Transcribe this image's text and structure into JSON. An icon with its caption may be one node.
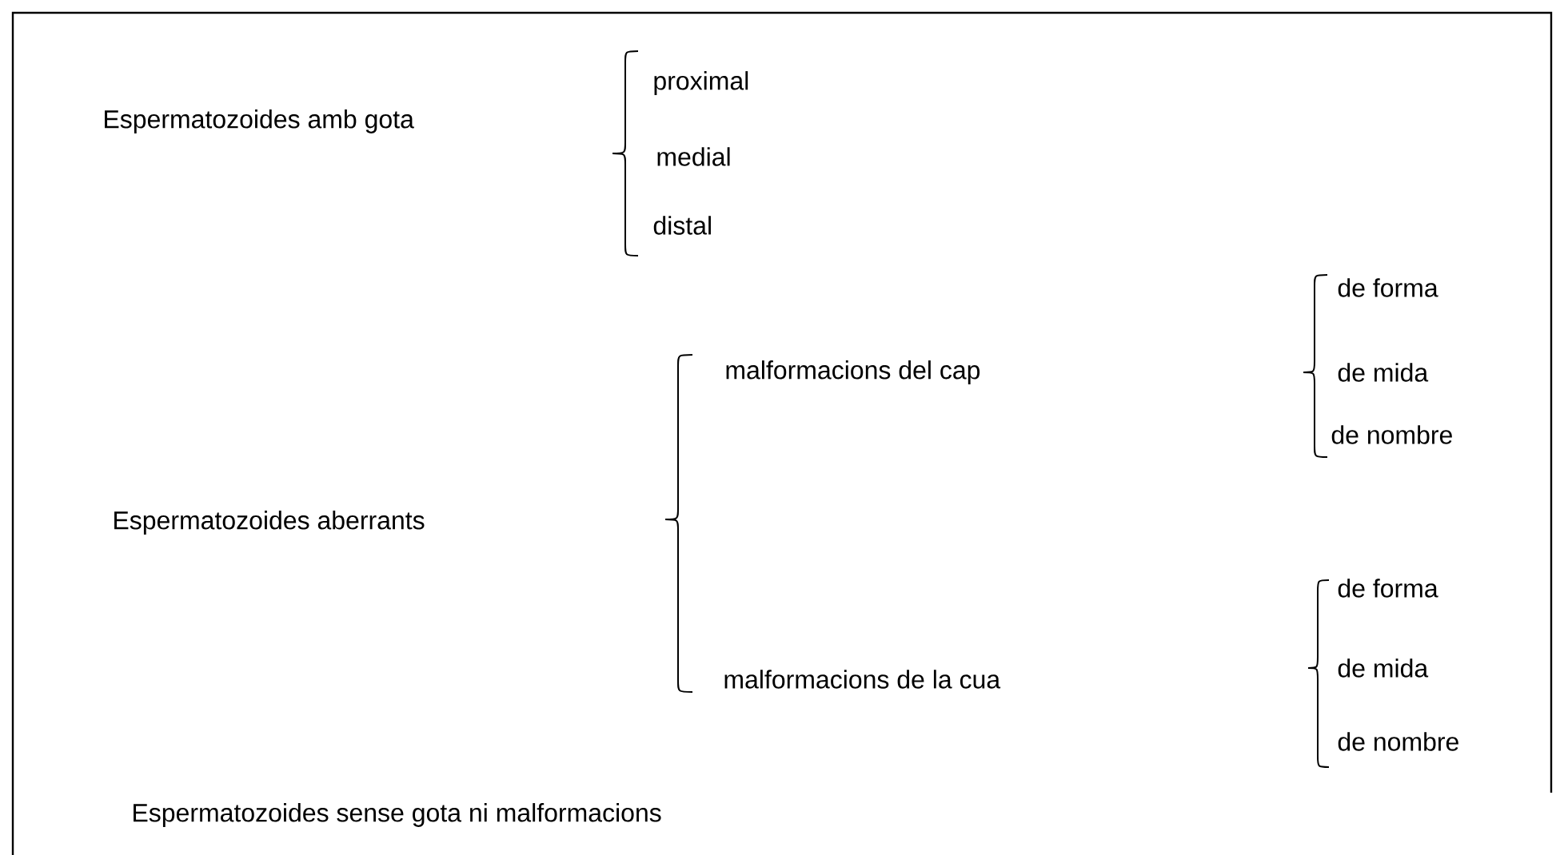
{
  "diagram": {
    "labels": [
      "proximal",
      "Espermatozoides amb gota",
      "medial",
      "distal",
      "de forma",
      "malformacions del cap",
      "de mida",
      "de nombre",
      "Espermatozoides aberrants",
      "de forma",
      "malformacions de la cua",
      "de mida",
      "de nombre",
      "Espermatozoides sense gota ni malformacions"
    ]
  }
}
